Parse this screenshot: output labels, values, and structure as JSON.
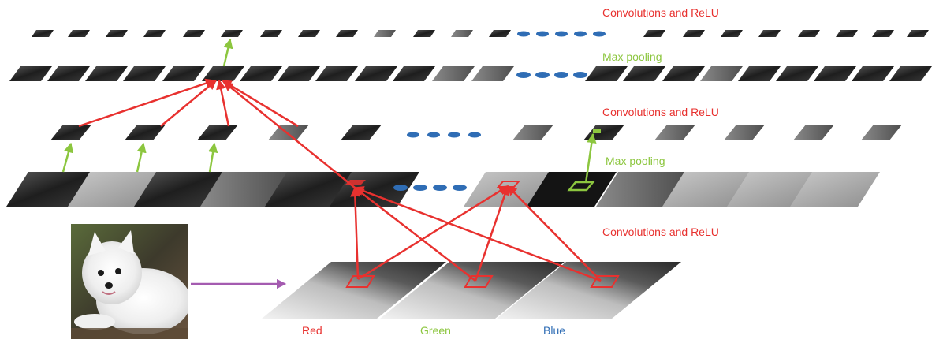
{
  "labels": {
    "conv_relu_1": "Convolutions and ReLU",
    "max_pool_1": "Max pooling",
    "conv_relu_2": "Convolutions and ReLU",
    "max_pool_2": "Max pooling",
    "conv_relu_3": "Convolutions and ReLU"
  },
  "channels": {
    "red": "Red",
    "green": "Green",
    "blue": "Blue"
  },
  "colors": {
    "red": "#e8312f",
    "green": "#8cc63f",
    "blue": "#2f6db5",
    "purple": "#a45bb0"
  }
}
